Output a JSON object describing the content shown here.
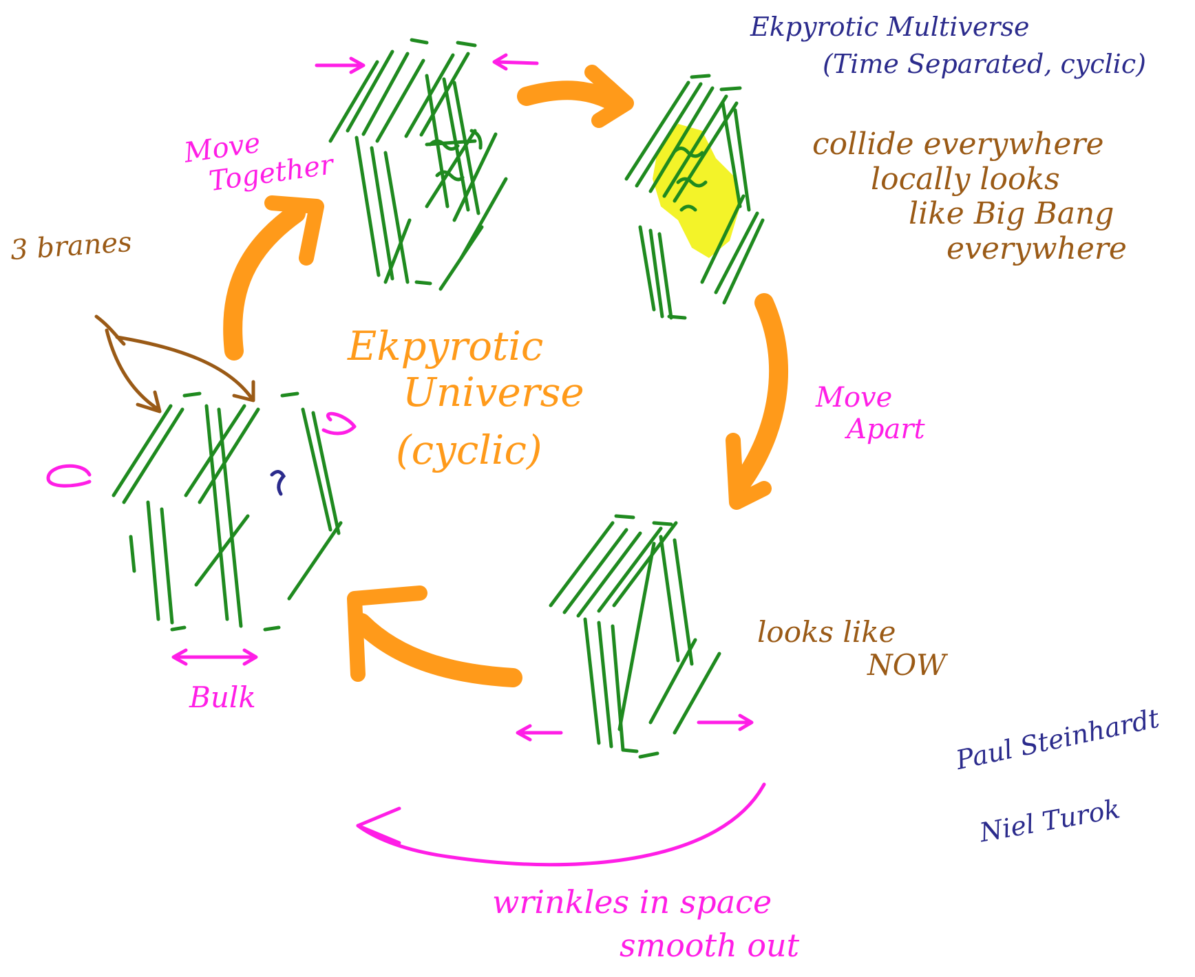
{
  "title": {
    "line1": "Ekpyrotic Multiverse",
    "line2": "(Time Separated, cyclic)"
  },
  "center": {
    "line1": "Ekpyrotic",
    "line2": "Universe",
    "line3": "(cyclic)"
  },
  "labels": {
    "move_together_1": "Move",
    "move_together_2": "Together",
    "three_branes": "3 branes",
    "bulk": "Bulk",
    "move_apart_1": "Move",
    "move_apart_2": "Apart",
    "collide_1": "collide everywhere",
    "collide_2": "locally looks",
    "collide_3": "like Big Bang",
    "collide_4": "everywhere",
    "looks_like_now_1": "looks like",
    "looks_like_now_2": "NOW",
    "wrinkles_1": "wrinkles in space",
    "wrinkles_2": "smooth out"
  },
  "credits": {
    "name1": "Paul Steinhardt",
    "name2": "Niel Turok"
  },
  "colors": {
    "brane": "#1f8a1f",
    "cycle_arrow": "#ff9a1a",
    "pink": "#ff1ee6",
    "brown": "#9a5a16",
    "blue": "#2b2b8c",
    "collision_glow": "#f2f21e"
  }
}
